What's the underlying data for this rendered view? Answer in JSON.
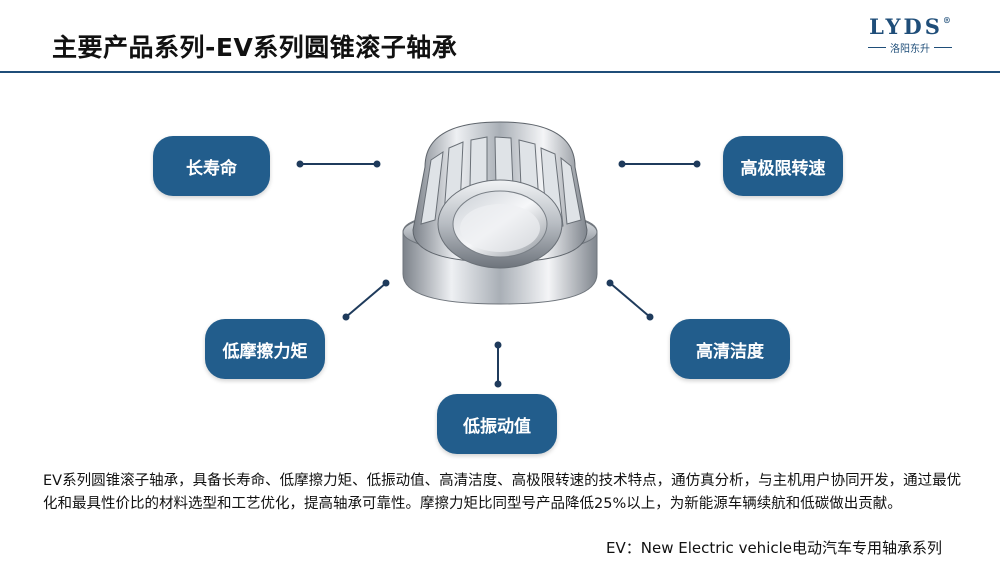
{
  "header": {
    "title": "主要产品系列-EV系列圆锥滚子轴承",
    "logo_text": "LYDS",
    "logo_registered": "®",
    "logo_subtitle": "洛阳东升"
  },
  "features": {
    "long_life": "长寿命",
    "high_speed": "高极限转速",
    "low_torque": "低摩擦力矩",
    "high_cleanliness": "高清洁度",
    "low_vibration": "低振动值"
  },
  "description": "EV系列圆锥滚子轴承，具备长寿命、低摩擦力矩、低振动值、高清洁度、高极限转速的技术特点，通仿真分析，与主机用户协同开发，通过最优化和最具性价比的材料选型和工艺优化，提高轴承可靠性。摩擦力矩比同型号产品降低25%以上，为新能源车辆续航和低碳做出贡献。",
  "footnote": "EV：New Electric vehicle电动汽车专用轴承系列",
  "colors": {
    "accent": "#225d8c",
    "title_rule": "#1f4e79",
    "connector": "#1f3b5c"
  },
  "icons": {
    "product_image": "tapered-roller-bearing"
  }
}
